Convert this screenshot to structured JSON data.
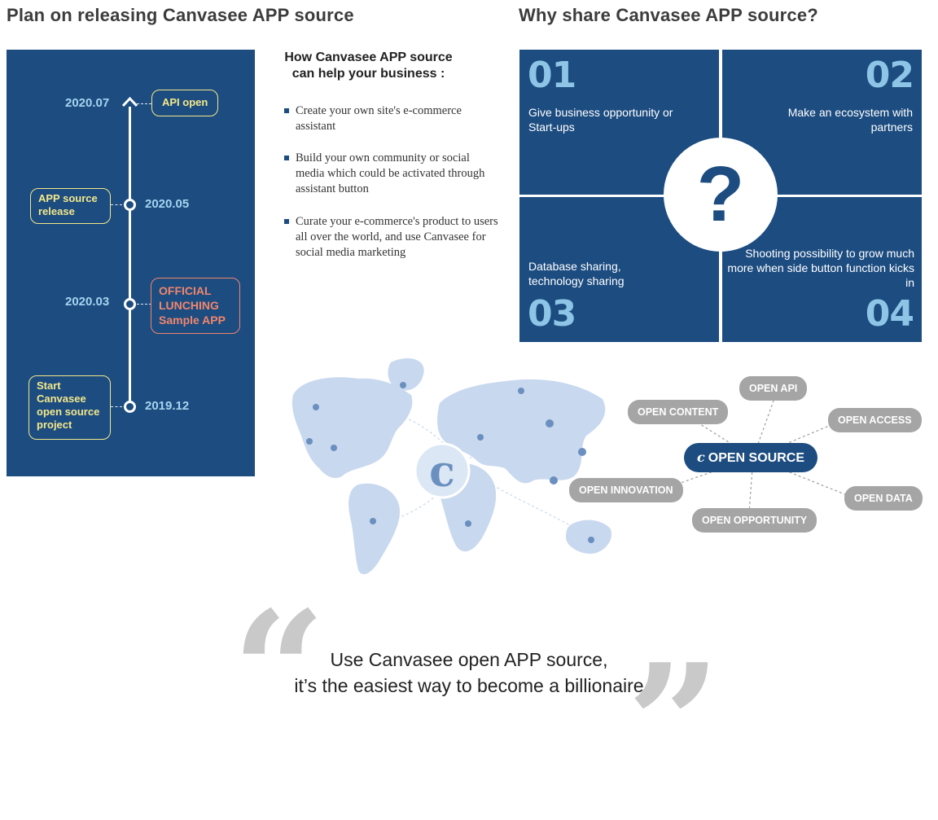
{
  "headers": {
    "plan_title": "Plan on releasing Canvasee APP source",
    "why_title": "Why share Canvasee APP source?"
  },
  "timeline": {
    "items": [
      {
        "date": "2020.07",
        "label": "API open"
      },
      {
        "date": "2020.05",
        "label": "APP source release"
      },
      {
        "date": "2020.03",
        "label": "OFFICIAL LUNCHING Sample APP"
      },
      {
        "date": "2019.12",
        "label": "Start Canvasee open source project"
      }
    ]
  },
  "how": {
    "title_line1": "How Canvasee  APP source",
    "title_line2": "can help your business :",
    "bullets": [
      "Create your own site's e-commerce assistant",
      "Build your own community or social media which could be activated through assistant button",
      "Curate your e-commerce's product to users all over the world, and use Canvasee for social media marketing"
    ]
  },
  "why": {
    "center": "?",
    "quadrants": [
      {
        "num": "01",
        "text": "Give business opportunity or Start-ups"
      },
      {
        "num": "02",
        "text": "Make an ecosystem with partners"
      },
      {
        "num": "03",
        "text": "Database sharing, technology sharing"
      },
      {
        "num": "04",
        "text": "Shooting possibility to grow much more when side button function kicks in"
      }
    ]
  },
  "open": {
    "main": "OPEN SOURCE",
    "items": [
      "OPEN API",
      "OPEN CONTENT",
      "OPEN ACCESS",
      "OPEN INNOVATION",
      "OPEN DATA",
      "OPEN OPPORTUNITY"
    ]
  },
  "quote": {
    "line1": "Use Canvasee open APP source,",
    "line2": "it’s the easiest way to become a billionaire"
  },
  "colors": {
    "navy": "#1c4c80",
    "accent_blue": "#8ec5e6",
    "yellow": "#f4e88a",
    "coral": "#f0866d",
    "map": "#c8d8ee",
    "gray_pill": "#a5a5a5"
  }
}
